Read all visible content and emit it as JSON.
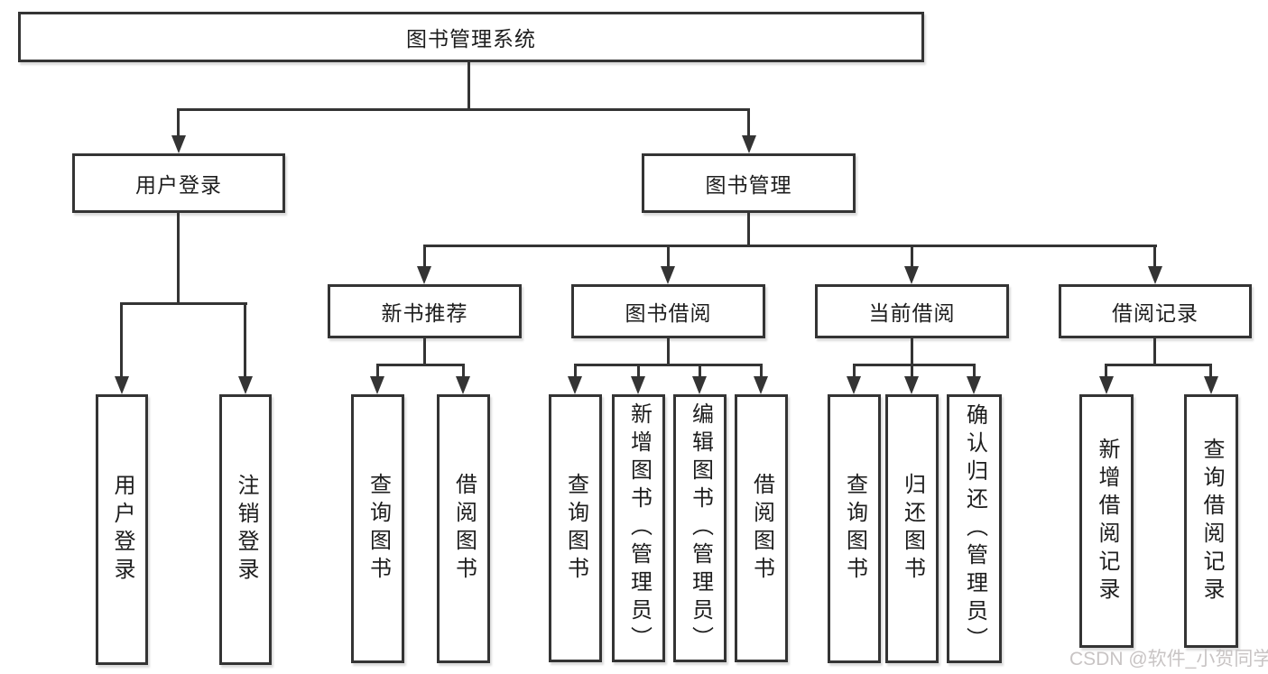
{
  "colors": {
    "line": "#343434",
    "text": "#1d1d1d",
    "box_background": "#ffffff",
    "background": "#ffffff",
    "watermark": "#c8c4c4"
  },
  "tree": {
    "root": "图书管理系统",
    "branches": [
      {
        "label": "用户登录",
        "children": [
          "用户登录",
          "注销登录"
        ]
      },
      {
        "label": "图书管理",
        "groups": [
          {
            "label": "新书推荐",
            "children": [
              "查询图书",
              "借阅图书"
            ]
          },
          {
            "label": "图书借阅",
            "children": [
              "查询图书",
              "新增图书（管理员）",
              "编辑图书（管理员）",
              "借阅图书"
            ]
          },
          {
            "label": "当前借阅",
            "children": [
              "查询图书",
              "归还图书",
              "确认归还（管理员）"
            ]
          },
          {
            "label": "借阅记录",
            "children": [
              "新增借阅记录",
              "查询借阅记录"
            ]
          }
        ]
      }
    ]
  },
  "watermark": "CSDN @软件_小贺同学"
}
